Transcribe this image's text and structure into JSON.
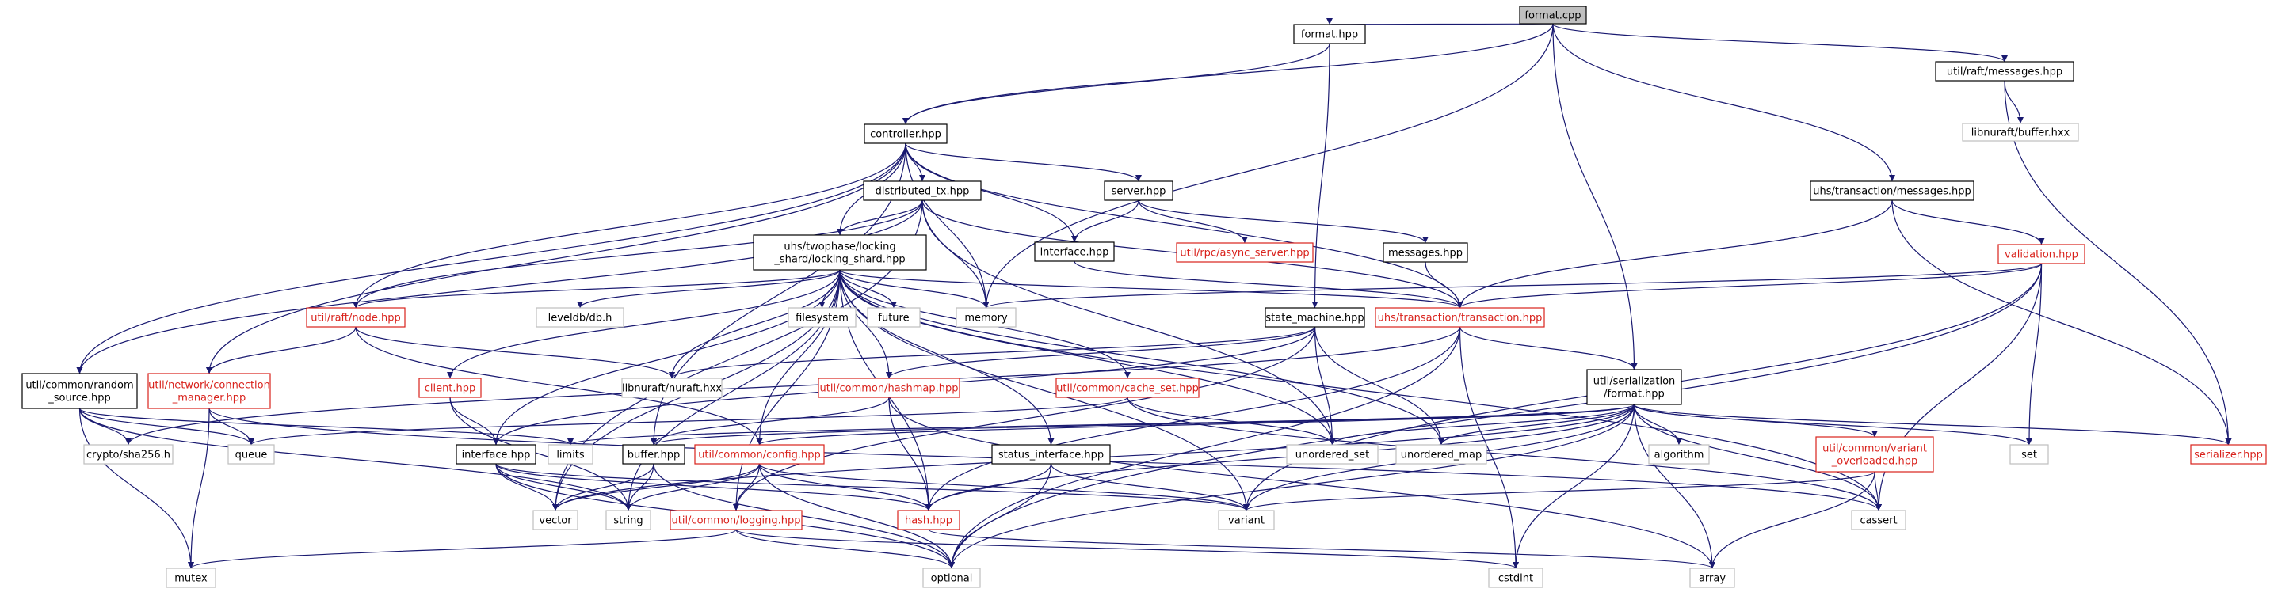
{
  "graph": {
    "nodes": [
      {
        "id": "formatcpp",
        "label": [
          "format.cpp"
        ],
        "style": "root"
      },
      {
        "id": "formathpp",
        "label": [
          "format.hpp"
        ],
        "style": "normal"
      },
      {
        "id": "raftmessages",
        "label": [
          "util/raft/messages.hpp"
        ],
        "style": "normal"
      },
      {
        "id": "controller",
        "label": [
          "controller.hpp"
        ],
        "style": "normal"
      },
      {
        "id": "bufferhxx",
        "label": [
          "libnuraft/buffer.hxx"
        ],
        "style": "grey"
      },
      {
        "id": "distributed",
        "label": [
          "distributed_tx.hpp"
        ],
        "style": "normal"
      },
      {
        "id": "server",
        "label": [
          "server.hpp"
        ],
        "style": "normal"
      },
      {
        "id": "uhsmessages",
        "label": [
          "uhs/transaction/messages.hpp"
        ],
        "style": "normal"
      },
      {
        "id": "lockingshard",
        "label": [
          "uhs/twophase/locking",
          "_shard/locking_shard.hpp"
        ],
        "style": "normal"
      },
      {
        "id": "interface1",
        "label": [
          "interface.hpp"
        ],
        "style": "normal"
      },
      {
        "id": "asyncserver",
        "label": [
          "util/rpc/async_server.hpp"
        ],
        "style": "red"
      },
      {
        "id": "messageshpp",
        "label": [
          "messages.hpp"
        ],
        "style": "normal"
      },
      {
        "id": "validation",
        "label": [
          "validation.hpp"
        ],
        "style": "red"
      },
      {
        "id": "leveldb",
        "label": [
          "leveldb/db.h"
        ],
        "style": "grey"
      },
      {
        "id": "filesystem",
        "label": [
          "filesystem"
        ],
        "style": "grey"
      },
      {
        "id": "future",
        "label": [
          "future"
        ],
        "style": "grey"
      },
      {
        "id": "memory",
        "label": [
          "memory"
        ],
        "style": "grey"
      },
      {
        "id": "statemachine",
        "label": [
          "state_machine.hpp"
        ],
        "style": "normal"
      },
      {
        "id": "transaction",
        "label": [
          "uhs/transaction/transaction.hpp"
        ],
        "style": "red"
      },
      {
        "id": "raftnode",
        "label": [
          "util/raft/node.hpp"
        ],
        "style": "red"
      },
      {
        "id": "randomsource",
        "label": [
          "util/common/random",
          "_source.hpp"
        ],
        "style": "normal"
      },
      {
        "id": "connmgr",
        "label": [
          "util/network/connection",
          "_manager.hpp"
        ],
        "style": "red"
      },
      {
        "id": "client",
        "label": [
          "client.hpp"
        ],
        "style": "red"
      },
      {
        "id": "nuraft",
        "label": [
          "libnuraft/nuraft.hxx"
        ],
        "style": "grey"
      },
      {
        "id": "hashmap",
        "label": [
          "util/common/hashmap.hpp"
        ],
        "style": "red"
      },
      {
        "id": "cacheset",
        "label": [
          "util/common/cache_set.hpp"
        ],
        "style": "red"
      },
      {
        "id": "serialformat",
        "label": [
          "util/serialization",
          "/format.hpp"
        ],
        "style": "normal"
      },
      {
        "id": "sha256",
        "label": [
          "crypto/sha256.h"
        ],
        "style": "grey"
      },
      {
        "id": "queue",
        "label": [
          "queue"
        ],
        "style": "grey"
      },
      {
        "id": "limits",
        "label": [
          "limits"
        ],
        "style": "grey"
      },
      {
        "id": "interface2",
        "label": [
          "interface.hpp"
        ],
        "style": "normal"
      },
      {
        "id": "bufferhpp",
        "label": [
          "buffer.hpp"
        ],
        "style": "normal"
      },
      {
        "id": "config",
        "label": [
          "util/common/config.hpp"
        ],
        "style": "red"
      },
      {
        "id": "statusiface",
        "label": [
          "status_interface.hpp"
        ],
        "style": "normal"
      },
      {
        "id": "unorderedset",
        "label": [
          "unordered_set"
        ],
        "style": "grey"
      },
      {
        "id": "unorderedmap",
        "label": [
          "unordered_map"
        ],
        "style": "grey"
      },
      {
        "id": "algorithm",
        "label": [
          "algorithm"
        ],
        "style": "grey"
      },
      {
        "id": "variantovl",
        "label": [
          "util/common/variant",
          "_overloaded.hpp"
        ],
        "style": "red"
      },
      {
        "id": "set",
        "label": [
          "set"
        ],
        "style": "grey"
      },
      {
        "id": "serializer",
        "label": [
          "serializer.hpp"
        ],
        "style": "red"
      },
      {
        "id": "vector",
        "label": [
          "vector"
        ],
        "style": "grey"
      },
      {
        "id": "string",
        "label": [
          "string"
        ],
        "style": "grey"
      },
      {
        "id": "hashhpp",
        "label": [
          "hash.hpp"
        ],
        "style": "red"
      },
      {
        "id": "logging",
        "label": [
          "util/common/logging.hpp"
        ],
        "style": "red"
      },
      {
        "id": "variant",
        "label": [
          "variant"
        ],
        "style": "grey"
      },
      {
        "id": "cassert",
        "label": [
          "cassert"
        ],
        "style": "grey"
      },
      {
        "id": "mutex",
        "label": [
          "mutex"
        ],
        "style": "grey"
      },
      {
        "id": "optional",
        "label": [
          "optional"
        ],
        "style": "grey"
      },
      {
        "id": "cstdint",
        "label": [
          "cstdint"
        ],
        "style": "grey"
      },
      {
        "id": "array",
        "label": [
          "array"
        ],
        "style": "grey"
      }
    ],
    "edges": [
      [
        "formatcpp",
        "formathpp"
      ],
      [
        "formatcpp",
        "raftmessages"
      ],
      [
        "formatcpp",
        "controller"
      ],
      [
        "formatcpp",
        "uhsmessages"
      ],
      [
        "formatcpp",
        "memory"
      ],
      [
        "formatcpp",
        "serialformat"
      ],
      [
        "formathpp",
        "controller"
      ],
      [
        "formathpp",
        "statemachine"
      ],
      [
        "raftmessages",
        "bufferhxx"
      ],
      [
        "raftmessages",
        "serializer"
      ],
      [
        "controller",
        "distributed"
      ],
      [
        "controller",
        "server"
      ],
      [
        "controller",
        "lockingshard"
      ],
      [
        "controller",
        "interface1"
      ],
      [
        "controller",
        "raftnode"
      ],
      [
        "controller",
        "randomsource"
      ],
      [
        "controller",
        "connmgr"
      ],
      [
        "controller",
        "transaction"
      ],
      [
        "controller",
        "bufferhpp"
      ],
      [
        "controller",
        "memory"
      ],
      [
        "distributed",
        "lockingshard"
      ],
      [
        "distributed",
        "transaction"
      ],
      [
        "distributed",
        "raftnode"
      ],
      [
        "distributed",
        "randomsource"
      ],
      [
        "distributed",
        "memory"
      ],
      [
        "distributed",
        "unorderedset"
      ],
      [
        "distributed",
        "vector"
      ],
      [
        "server",
        "interface1"
      ],
      [
        "server",
        "asyncserver"
      ],
      [
        "server",
        "messageshpp"
      ],
      [
        "uhsmessages",
        "transaction"
      ],
      [
        "uhsmessages",
        "validation"
      ],
      [
        "uhsmessages",
        "serializer"
      ],
      [
        "lockingshard",
        "leveldb"
      ],
      [
        "lockingshard",
        "filesystem"
      ],
      [
        "lockingshard",
        "future"
      ],
      [
        "lockingshard",
        "memory"
      ],
      [
        "lockingshard",
        "transaction"
      ],
      [
        "lockingshard",
        "raftnode"
      ],
      [
        "lockingshard",
        "client"
      ],
      [
        "lockingshard",
        "hashmap"
      ],
      [
        "lockingshard",
        "cacheset"
      ],
      [
        "lockingshard",
        "statusiface"
      ],
      [
        "lockingshard",
        "interface2"
      ],
      [
        "lockingshard",
        "hashhpp"
      ],
      [
        "lockingshard",
        "config"
      ],
      [
        "lockingshard",
        "vector"
      ],
      [
        "lockingshard",
        "string"
      ],
      [
        "lockingshard",
        "unorderedset"
      ],
      [
        "lockingshard",
        "unorderedmap"
      ],
      [
        "lockingshard",
        "variant"
      ],
      [
        "lockingshard",
        "cassert"
      ],
      [
        "lockingshard",
        "nuraft"
      ],
      [
        "lockingshard",
        "logging"
      ],
      [
        "interface1",
        "transaction"
      ],
      [
        "messageshpp",
        "transaction"
      ],
      [
        "validation",
        "memory"
      ],
      [
        "validation",
        "transaction"
      ],
      [
        "validation",
        "set"
      ],
      [
        "validation",
        "variant"
      ],
      [
        "validation",
        "cassert"
      ],
      [
        "validation",
        "optional"
      ],
      [
        "statemachine",
        "hashmap"
      ],
      [
        "statemachine",
        "interface2"
      ],
      [
        "statemachine",
        "unorderedset"
      ],
      [
        "statemachine",
        "unorderedmap"
      ],
      [
        "statemachine",
        "logging"
      ],
      [
        "statemachine",
        "nuraft"
      ],
      [
        "transaction",
        "serialformat"
      ],
      [
        "transaction",
        "hashhpp"
      ],
      [
        "transaction",
        "optional"
      ],
      [
        "transaction",
        "cstdint"
      ],
      [
        "transaction",
        "sha256"
      ],
      [
        "raftnode",
        "connmgr"
      ],
      [
        "raftnode",
        "nuraft"
      ],
      [
        "raftnode",
        "config"
      ],
      [
        "randomsource",
        "sha256"
      ],
      [
        "randomsource",
        "queue"
      ],
      [
        "randomsource",
        "limits"
      ],
      [
        "randomsource",
        "mutex"
      ],
      [
        "randomsource",
        "string"
      ],
      [
        "connmgr",
        "queue"
      ],
      [
        "connmgr",
        "mutex"
      ],
      [
        "connmgr",
        "cassert"
      ],
      [
        "client",
        "interface2"
      ],
      [
        "client",
        "string"
      ],
      [
        "hashmap",
        "bufferhpp"
      ],
      [
        "hashmap",
        "hashhpp"
      ],
      [
        "hashmap",
        "array"
      ],
      [
        "cacheset",
        "unorderedset"
      ],
      [
        "cacheset",
        "cassert"
      ],
      [
        "cacheset",
        "queue"
      ],
      [
        "serialformat",
        "limits"
      ],
      [
        "serialformat",
        "unorderedset"
      ],
      [
        "serialformat",
        "unorderedmap"
      ],
      [
        "serialformat",
        "algorithm"
      ],
      [
        "serialformat",
        "variantovl"
      ],
      [
        "serialformat",
        "set"
      ],
      [
        "serialformat",
        "serializer"
      ],
      [
        "serialformat",
        "bufferhpp"
      ],
      [
        "serialformat",
        "config"
      ],
      [
        "serialformat",
        "hashhpp"
      ],
      [
        "serialformat",
        "variant"
      ],
      [
        "serialformat",
        "cassert"
      ],
      [
        "serialformat",
        "array"
      ],
      [
        "serialformat",
        "cstdint"
      ],
      [
        "serialformat",
        "optional"
      ],
      [
        "serialformat",
        "vector"
      ],
      [
        "interface2",
        "vector"
      ],
      [
        "interface2",
        "string"
      ],
      [
        "interface2",
        "hashhpp"
      ],
      [
        "interface2",
        "variant"
      ],
      [
        "interface2",
        "optional"
      ],
      [
        "bufferhpp",
        "vector"
      ],
      [
        "bufferhpp",
        "string"
      ],
      [
        "bufferhpp",
        "optional"
      ],
      [
        "config",
        "vector"
      ],
      [
        "config",
        "string"
      ],
      [
        "config",
        "logging"
      ],
      [
        "config",
        "hashhpp"
      ],
      [
        "config",
        "variant"
      ],
      [
        "config",
        "optional"
      ],
      [
        "statusiface",
        "hashhpp"
      ],
      [
        "statusiface",
        "variant"
      ],
      [
        "statusiface",
        "optional"
      ],
      [
        "variantovl",
        "variant"
      ],
      [
        "variantovl",
        "cassert"
      ],
      [
        "variantovl",
        "array"
      ],
      [
        "hashhpp",
        "array"
      ],
      [
        "logging",
        "mutex"
      ],
      [
        "logging",
        "cstdint"
      ],
      [
        "logging",
        "optional"
      ]
    ]
  }
}
